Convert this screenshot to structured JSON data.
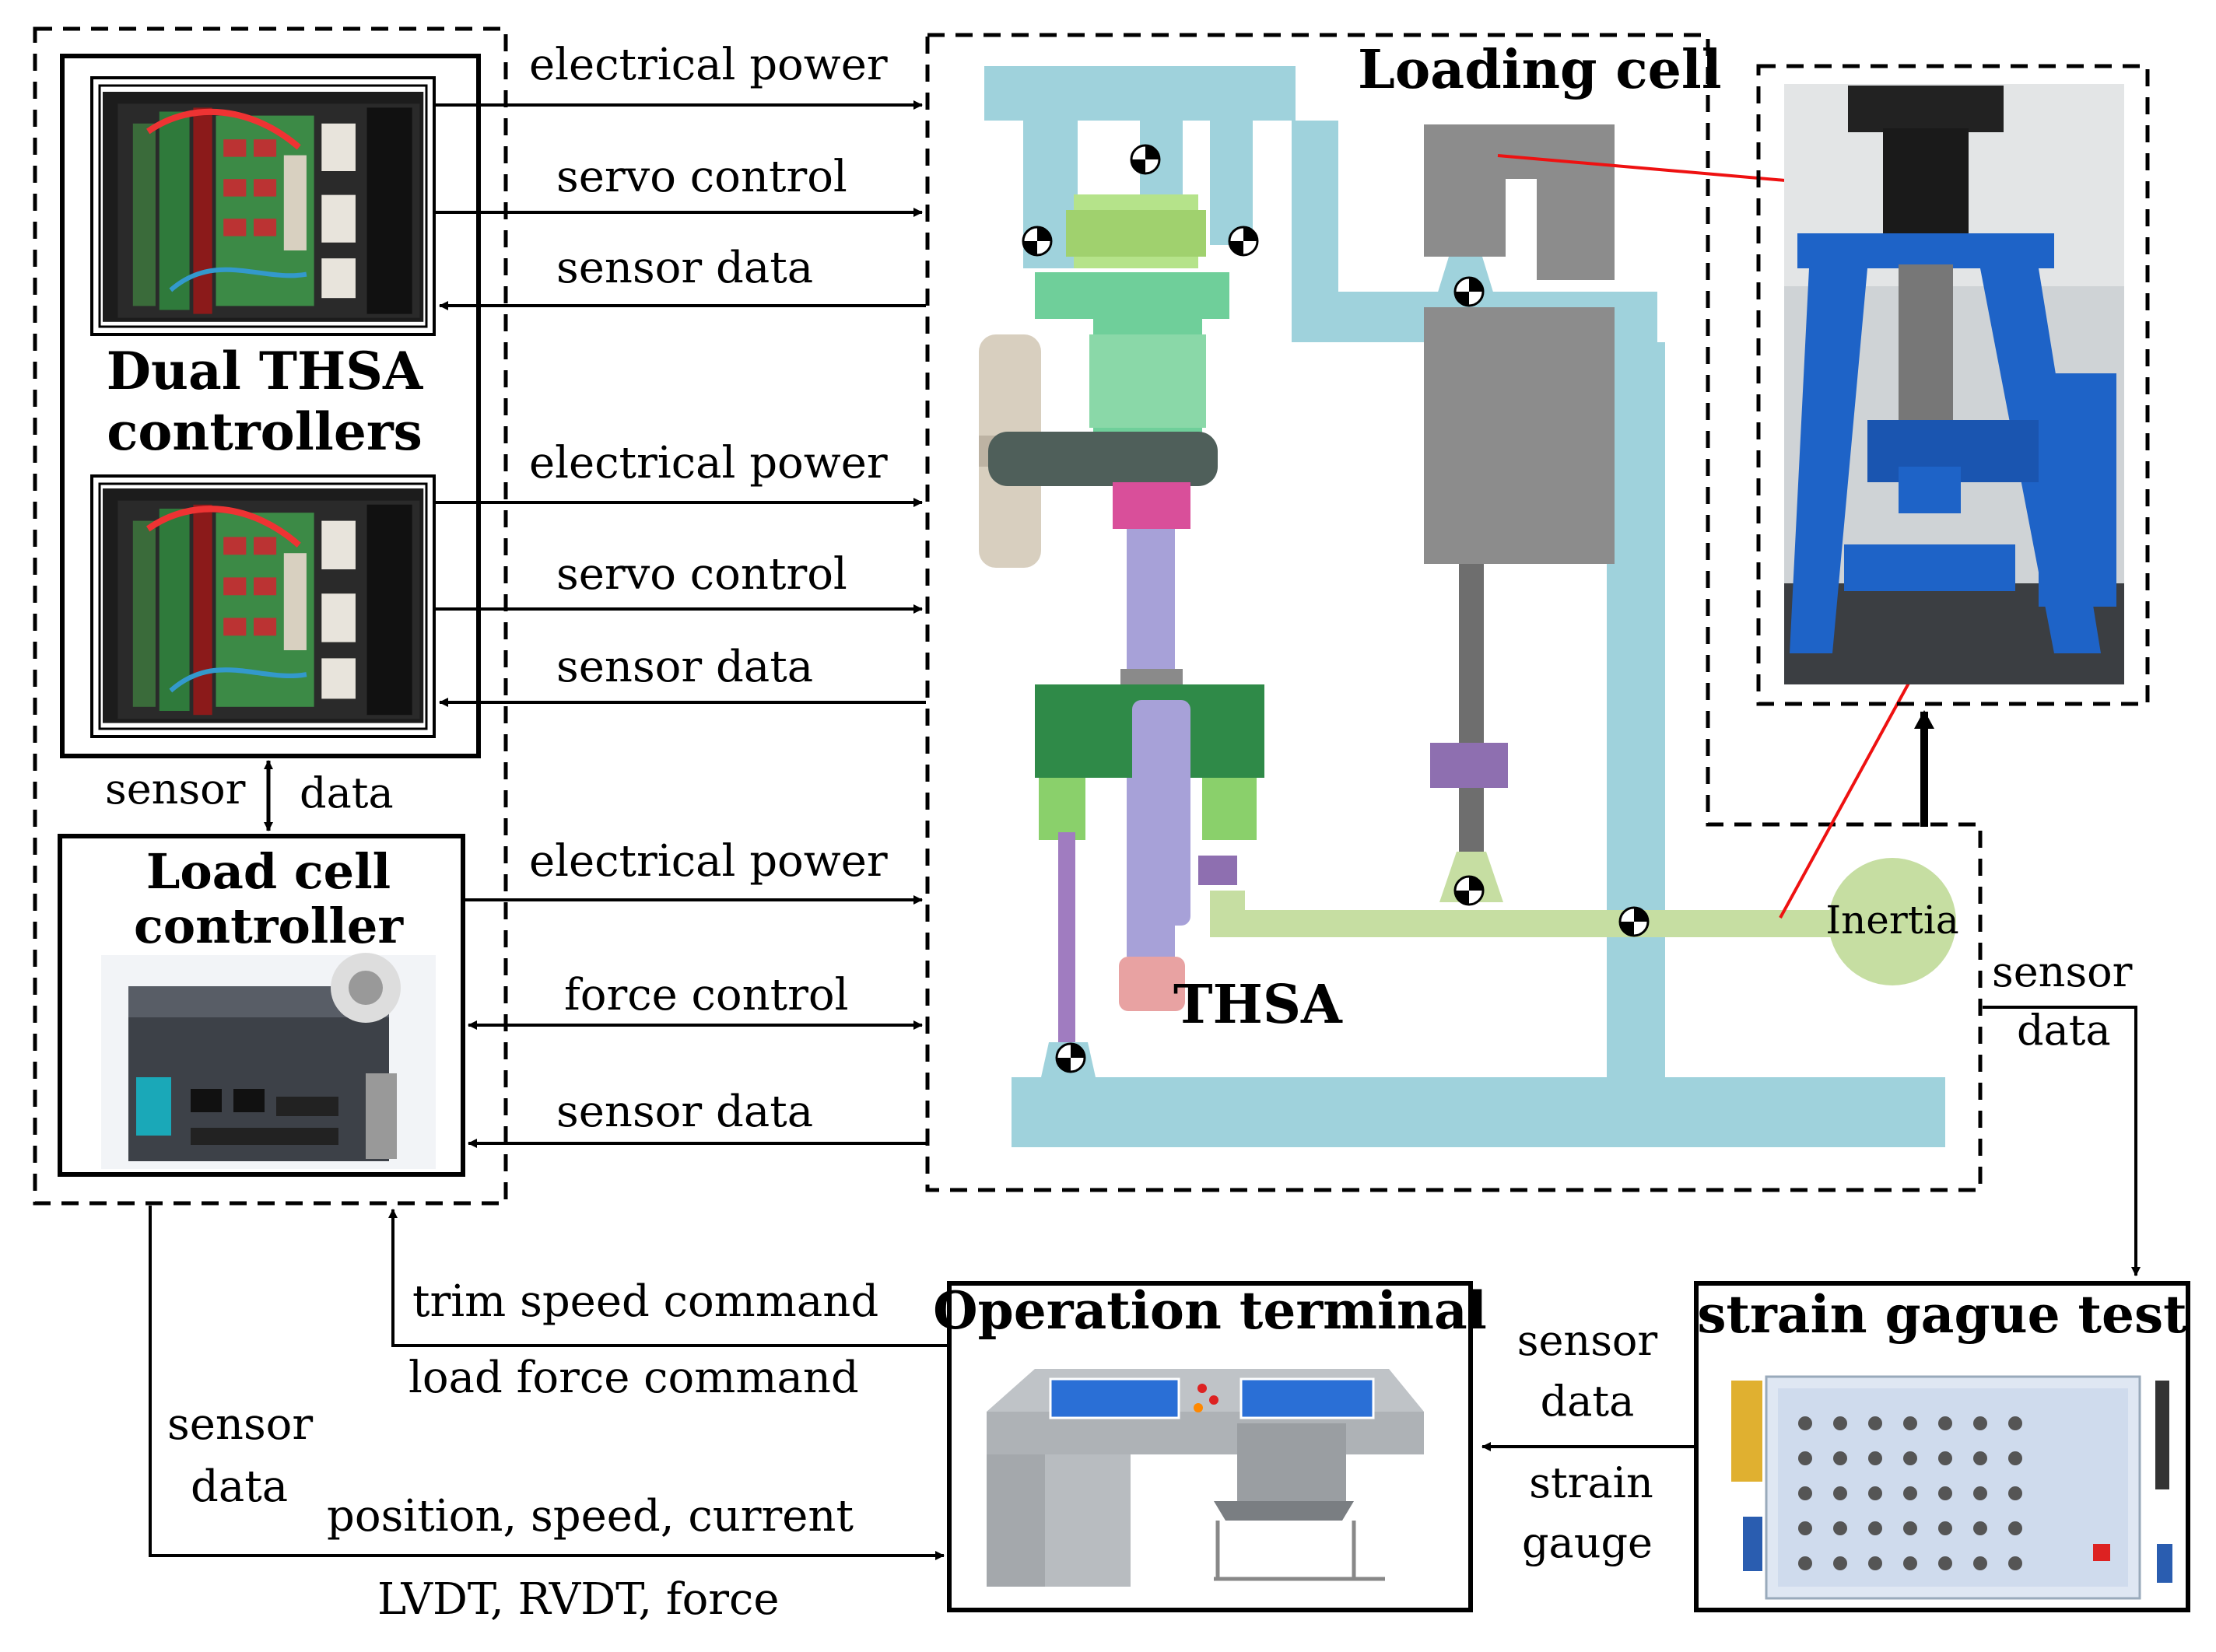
{
  "controllers": {
    "title_line1": "Dual THSA",
    "title_line2": "controllers",
    "link_sensor": "sensor",
    "link_data": "data"
  },
  "load_cell_controller": {
    "title_line1": "Load cell",
    "title_line2": "controller"
  },
  "signals": {
    "electrical_power": "electrical power",
    "servo_control": "servo control",
    "sensor_data": "sensor data",
    "force_control": "force control"
  },
  "test_rig": {
    "loading_cell": "Loading cell",
    "thsa": "THSA",
    "inertia": "Inertia",
    "out_sensor": "sensor",
    "out_data": "data"
  },
  "operation_terminal": {
    "title": "Operation terminal",
    "trim_speed_command": "trim speed command",
    "load_force_command": "load force command",
    "sensor": "sensor",
    "data": "data",
    "position_speed_current": "position, speed, current",
    "lvdt_rvdt_force": "LVDT, RVDT, force"
  },
  "strain_gauge": {
    "title": "strain gague test",
    "sensor": "sensor",
    "data": "data",
    "strain": "strain",
    "gauge": "gauge"
  },
  "colors": {
    "frame_blue": "#9fd2dc",
    "actuator_green": "#c6dea2",
    "motor_green": "#b5e38a",
    "screw_purple": "#a7a1d8",
    "load_gray": "#8c8c8c",
    "highlight_red": "#ee1111",
    "photo_blue": "#1e63c7"
  }
}
